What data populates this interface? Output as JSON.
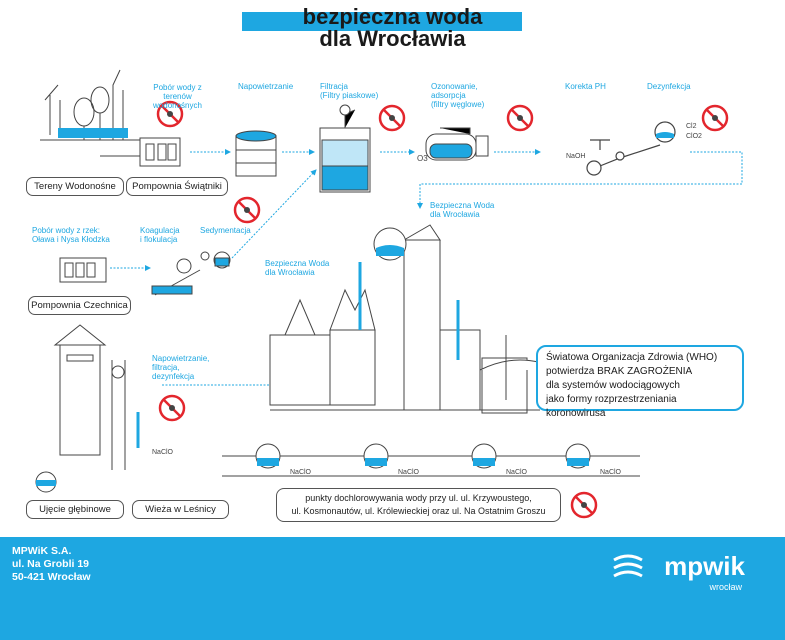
{
  "title": {
    "line1": "bezpieczna woda",
    "line2": "dla Wrocławia"
  },
  "steps": {
    "pobor_tereny": "Pobór wody z terenów wodonośnych",
    "napowietrzanie": "Napowietrzanie",
    "filtracja": "Filtracja",
    "filtracja_sub": "(Filtry piaskowe)",
    "ozonowanie": "Ozonowanie,",
    "ozonowanie2": "adsorpcja",
    "ozonowanie3": "(filtry węglowe)",
    "korekta": "Korekta PH",
    "dezynfekcja": "Dezynfekcja",
    "pobor_rzek": "Pobór wody z rzek:",
    "pobor_rzek2": "Oława i Nysa Kłodzka",
    "koagulacja": "Koagulacja",
    "koagulacja2": "i flokulacja",
    "sedymentacja": "Sedymentacja",
    "bezpieczna1": "Bezpieczna Woda",
    "bezpieczna1b": "dla Wrocławia",
    "bezpieczna2": "Bezpieczna Woda",
    "bezpieczna2b": "dla Wrocławia",
    "napow_filtr": "Napowietrzanie,",
    "napow_filtr2": "filtracja,",
    "napow_filtr3": "dezynfekcja"
  },
  "chemicals": {
    "o3": "O3",
    "naoh": "NaOH",
    "cl2": "Cl2",
    "clo2": "ClO2",
    "naclo_tower": "NaClO",
    "naclo1": "NaClO",
    "naclo2": "NaClO",
    "naclo3": "NaClO",
    "naclo4": "NaClO"
  },
  "boxes": {
    "tereny": "Tereny Wodonośne",
    "pompownia_sw": "Pompownia Świątniki",
    "pompownia_cz": "Pompownia Czechnica",
    "ujecie": "Ujęcie głębinowe",
    "wieza": "Wieża w Leśnicy"
  },
  "who": {
    "line1": "Światowa Organizacja Zdrowia (WHO)",
    "line2": "potwierdza BRAK ZAGROŻENIA",
    "line3": "dla systemów wodociągowych",
    "line4": "jako formy rozprzestrzeniania koronowirusa"
  },
  "points": {
    "line1": "punkty dochlorowywania wody przy ul. ul. Krzywoustego,",
    "line2": "ul. Kosmonautów, ul. Królewieckiej oraz ul. Na Ostatnim Groszu"
  },
  "footer": {
    "company": "MPWiK S.A.",
    "street": "ul. Na Grobli 19",
    "city": "50-421 Wrocław",
    "brand": "mpwik",
    "brand_sub": "wrocław"
  },
  "colors": {
    "accent": "#1ea7e1",
    "noentry": "#e3262d",
    "line": "#444444"
  },
  "icons": [
    "no-virus-icon",
    "water-drop-icon",
    "pump-icon",
    "tank-icon"
  ]
}
